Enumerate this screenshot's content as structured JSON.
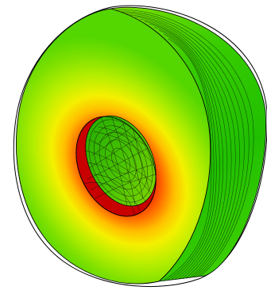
{
  "scene": {
    "subject": "cylindrical-disk-stress-plot",
    "colors": {
      "background": "#ffffff",
      "outline": "#000000",
      "high": "#e00000",
      "mid_high": "#ff7a00",
      "mid": "#ffe600",
      "mid_low": "#b6f000",
      "low": "#2fd400",
      "lowest": "#12b500"
    },
    "icons": [
      "disk-shape",
      "wireframe-mesh"
    ]
  }
}
